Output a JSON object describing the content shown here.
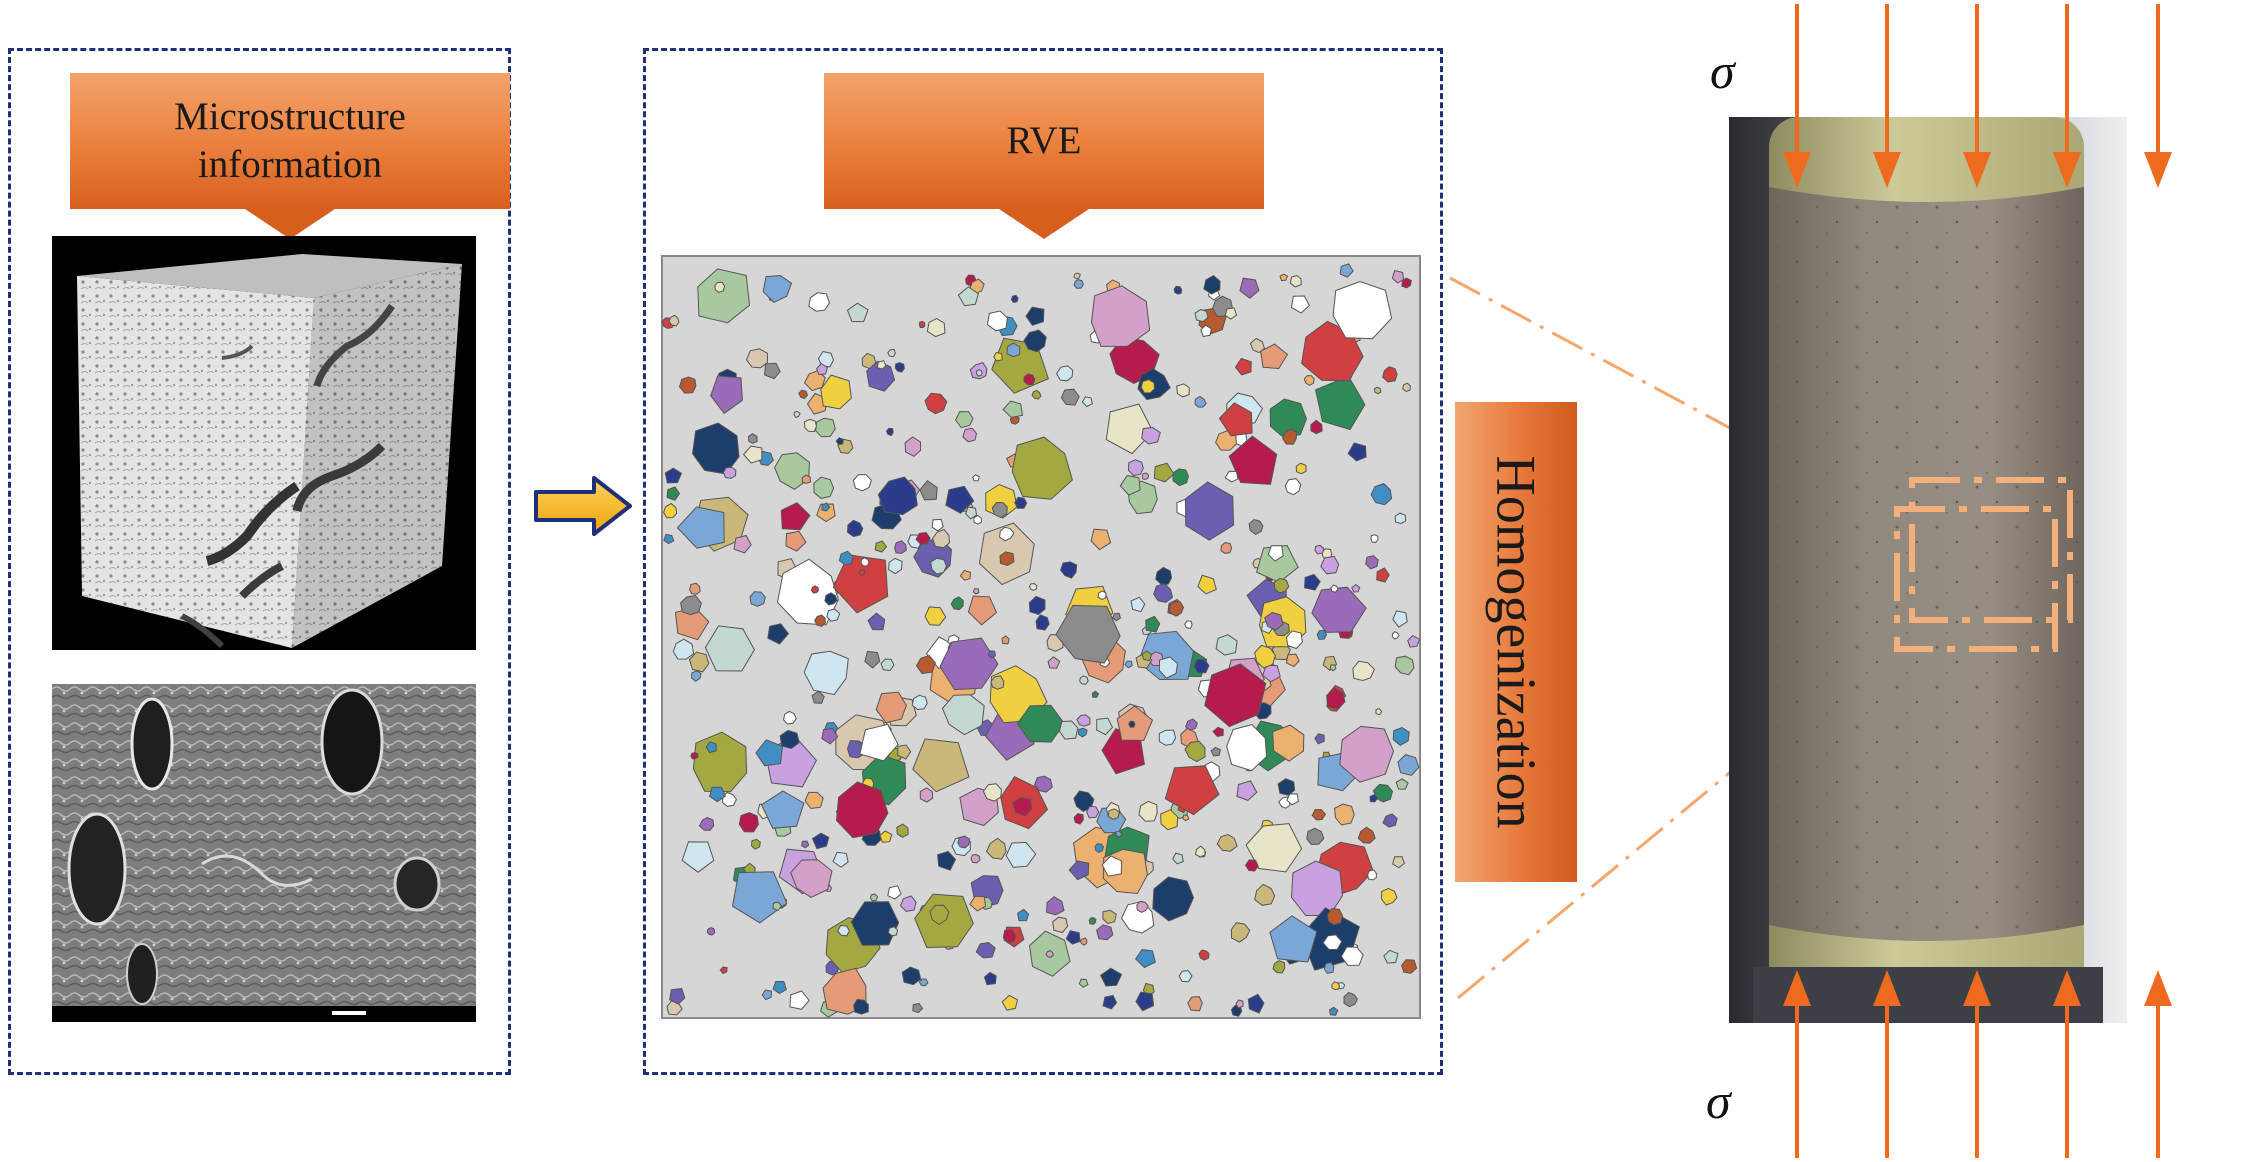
{
  "left_panel": {
    "label": "Microstructure\ninformation"
  },
  "middle_panel": {
    "label": "RVE"
  },
  "homogenization": {
    "label": "Homogenization"
  },
  "load": {
    "top_symbol": "σ",
    "bottom_symbol": "σ"
  },
  "colors": {
    "panel_border": "#1f2f7a",
    "callout_orange": "#ea7f3c",
    "arrow_orange": "#ee6a1e",
    "transition_arrow": "#f3b21a",
    "rve_background": "#d6d6d6"
  },
  "icons": [
    "right-arrow-icon",
    "load-arrow-icon"
  ]
}
